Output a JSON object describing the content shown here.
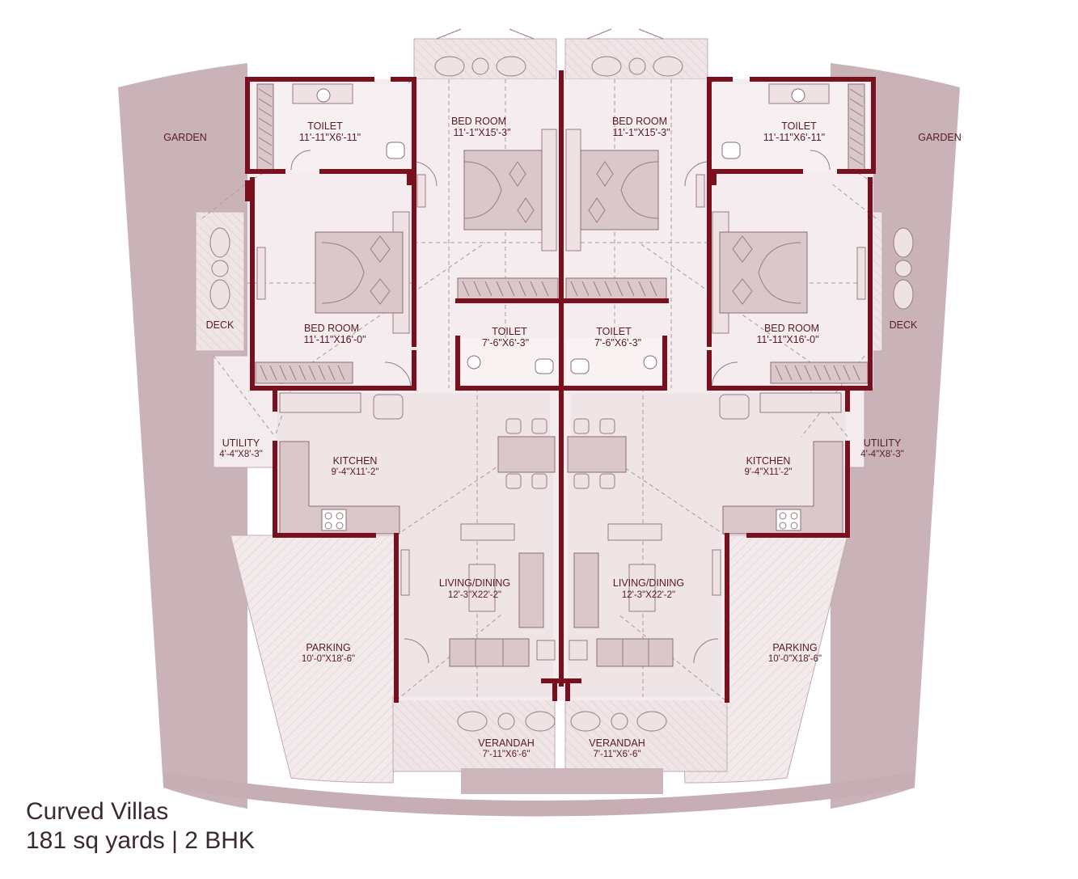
{
  "caption": {
    "title": "Curved Villas",
    "subtitle": "181 sq yards | 2 BHK"
  },
  "rooms": {
    "garden_left": "GARDEN",
    "garden_right": "GARDEN",
    "toilet_left_name": "TOILET",
    "toilet_left_dim": "11'-11\"X6'-11\"",
    "toilet_right_name": "TOILET",
    "toilet_right_dim": "11'-11\"X6'-11\"",
    "bed_top_left_name": "BED ROOM",
    "bed_top_left_dim": "11'-1\"X15'-3\"",
    "bed_top_right_name": "BED ROOM",
    "bed_top_right_dim": "11'-1\"X15'-3\"",
    "deck_left": "DECK",
    "deck_right": "DECK",
    "bed_left_name": "BED ROOM",
    "bed_left_dim": "11'-11\"X16'-0\"",
    "bed_right_name": "BED ROOM",
    "bed_right_dim": "11'-11\"X16'-0\"",
    "toilet_mid_left_name": "TOILET",
    "toilet_mid_left_dim": "7'-6\"X6'-3\"",
    "toilet_mid_right_name": "TOILET",
    "toilet_mid_right_dim": "7'-6\"X6'-3\"",
    "utility_left_name": "UTILITY",
    "utility_left_dim": "4'-4\"X8'-3\"",
    "utility_right_name": "UTILITY",
    "utility_right_dim": "4'-4\"X8'-3\"",
    "kitchen_left_name": "KITCHEN",
    "kitchen_left_dim": "9'-4\"X11'-2\"",
    "kitchen_right_name": "KITCHEN",
    "kitchen_right_dim": "9'-4\"X11'-2\"",
    "living_left_name": "LIVING/DINING",
    "living_left_dim": "12'-3\"X22'-2\"",
    "living_right_name": "LIVING/DINING",
    "living_right_dim": "12'-3\"X22'-2\"",
    "parking_left_name": "PARKING",
    "parking_left_dim": "10'-0\"X18'-6\"",
    "parking_right_name": "PARKING",
    "parking_right_dim": "10'-0\"X18'-6\"",
    "verandah_left_name": "VERANDAH",
    "verandah_left_dim": "7'-11\"X6'-6\"",
    "verandah_right_name": "VERANDAH",
    "verandah_right_dim": "7'-11\"X6'-6\""
  },
  "colors": {
    "wall": "#7a0f1e",
    "floor": "#f4ecee",
    "garden": "#c9b3b8",
    "text": "#5a1a22"
  }
}
